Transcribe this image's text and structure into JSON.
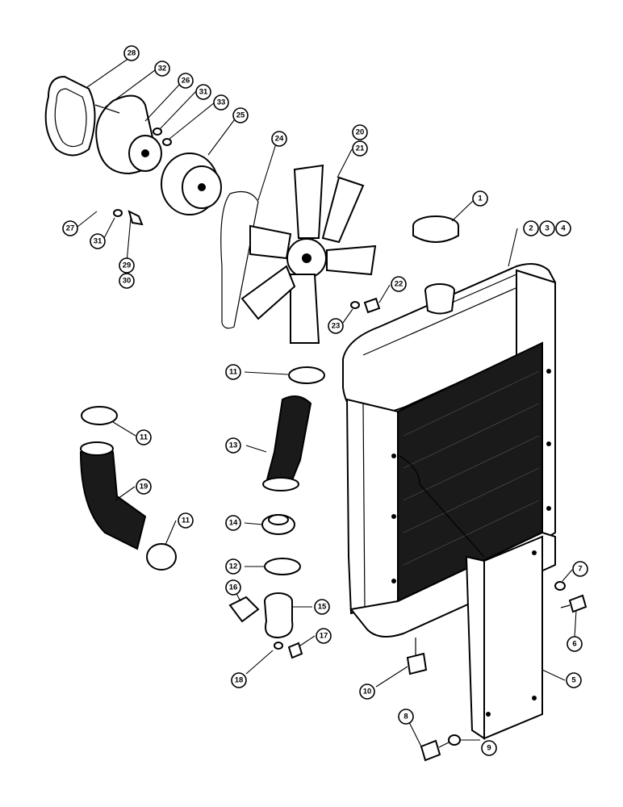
{
  "callouts": [
    {
      "id": "c28",
      "label": "28"
    },
    {
      "id": "c32",
      "label": "32"
    },
    {
      "id": "c26",
      "label": "26"
    },
    {
      "id": "c31a",
      "label": "31"
    },
    {
      "id": "c33",
      "label": "33"
    },
    {
      "id": "c25",
      "label": "25"
    },
    {
      "id": "c24",
      "label": "24"
    },
    {
      "id": "c20",
      "label": "20"
    },
    {
      "id": "c21",
      "label": "21"
    },
    {
      "id": "c27",
      "label": "27"
    },
    {
      "id": "c31b",
      "label": "31"
    },
    {
      "id": "c29",
      "label": "29"
    },
    {
      "id": "c30",
      "label": "30"
    },
    {
      "id": "c1",
      "label": "1"
    },
    {
      "id": "c2",
      "label": "2"
    },
    {
      "id": "c3",
      "label": "3"
    },
    {
      "id": "c4",
      "label": "4"
    },
    {
      "id": "c22",
      "label": "22"
    },
    {
      "id": "c23",
      "label": "23"
    },
    {
      "id": "c11a",
      "label": "11"
    },
    {
      "id": "c11b",
      "label": "11"
    },
    {
      "id": "c13",
      "label": "13"
    },
    {
      "id": "c19",
      "label": "19"
    },
    {
      "id": "c11c",
      "label": "11"
    },
    {
      "id": "c14",
      "label": "14"
    },
    {
      "id": "c12",
      "label": "12"
    },
    {
      "id": "c16",
      "label": "16"
    },
    {
      "id": "c15",
      "label": "15"
    },
    {
      "id": "c7",
      "label": "7"
    },
    {
      "id": "c6",
      "label": "6"
    },
    {
      "id": "c17",
      "label": "17"
    },
    {
      "id": "c18",
      "label": "18"
    },
    {
      "id": "c5",
      "label": "5"
    },
    {
      "id": "c10",
      "label": "10"
    },
    {
      "id": "c8",
      "label": "8"
    },
    {
      "id": "c9",
      "label": "9"
    }
  ]
}
